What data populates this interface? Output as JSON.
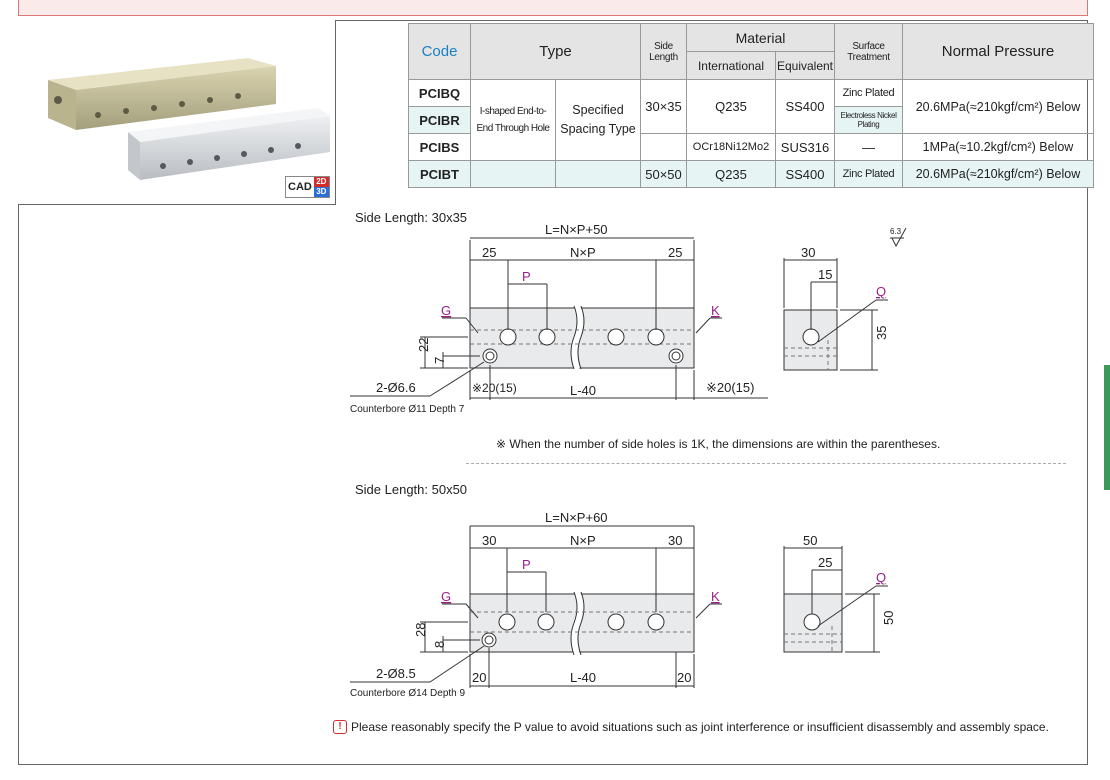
{
  "table": {
    "headers": {
      "code": "Code",
      "type": "Type",
      "side_length": "Side Length",
      "material": "Material",
      "international": "International",
      "equivalent": "Equivalent",
      "surface_treatment": "Surface Treatment",
      "normal_pressure": "Normal Pressure"
    },
    "rows": [
      {
        "code": "PCIBQ"
      },
      {
        "code": "PCIBR"
      },
      {
        "code": "PCIBS"
      },
      {
        "code": "PCIBT"
      }
    ],
    "type_shape": "I-shaped End-to-End Through Hole",
    "type_spacing": "Specified Spacing Type",
    "side_30": "30×35",
    "side_50": "50×50",
    "mat_q235": "Q235",
    "mat_ss400": "SS400",
    "mat_ocr": "OCr18Ni12Mo2",
    "mat_sus": "SUS316",
    "surf_zinc": "Zinc Plated",
    "surf_nickel": "Electroless Nickel Plating",
    "surf_dash": "—",
    "pressure_high": "20.6MPa(≈210kgf/cm²) Below",
    "pressure_low": "1MPa(≈10.2kgf/cm²) Below",
    "surf_zinc_t": "Zinc Plated",
    "pressure_t": "20.6MPa(≈210kgf/cm²) Below",
    "mat_q235_t": "Q235",
    "mat_ss400_t": "SS400"
  },
  "cad": {
    "label": "CAD",
    "d2": "2D",
    "d3": "3D"
  },
  "drawing1": {
    "title": "Side Length: 30x35",
    "L": "L=N×P+50",
    "e25a": "25",
    "nxp": "N×P",
    "e25b": "25",
    "p": "P",
    "g": "G",
    "k": "K",
    "q": "Q",
    "h22": "22",
    "h7": "7",
    "hole": "2-Ø6.6",
    "cbore": "Counterbore Ø11 Depth 7",
    "left_end": "※20(15)",
    "l40": "L-40",
    "right_end": "※20(15)",
    "w30": "30",
    "w15": "15",
    "h35": "35",
    "rough": "6.3"
  },
  "note1": "※  When the number of side holes is 1K, the dimensions are within the parentheses.",
  "drawing2": {
    "title": "Side Length: 50x50",
    "L": "L=N×P+60",
    "e30a": "30",
    "nxp": "N×P",
    "e30b": "30",
    "p": "P",
    "g": "G",
    "k": "K",
    "q": "Q",
    "h28": "28",
    "h8": "8",
    "hole": "2-Ø8.5",
    "cbore": "Counterbore Ø14 Depth 9",
    "left_end": "20",
    "l40": "L-40",
    "right_end": "20",
    "w50": "50",
    "w25": "25",
    "h50": "50"
  },
  "note2": "Please reasonably specify the P value to avoid situations such as joint interference or insufficient disassembly and assembly space.",
  "colors": {
    "code_blue": "#1a7fc4",
    "label_magenta": "#9b1f8a",
    "header_gray": "#e4e4e4",
    "row_tint": "#e6f4f4"
  }
}
